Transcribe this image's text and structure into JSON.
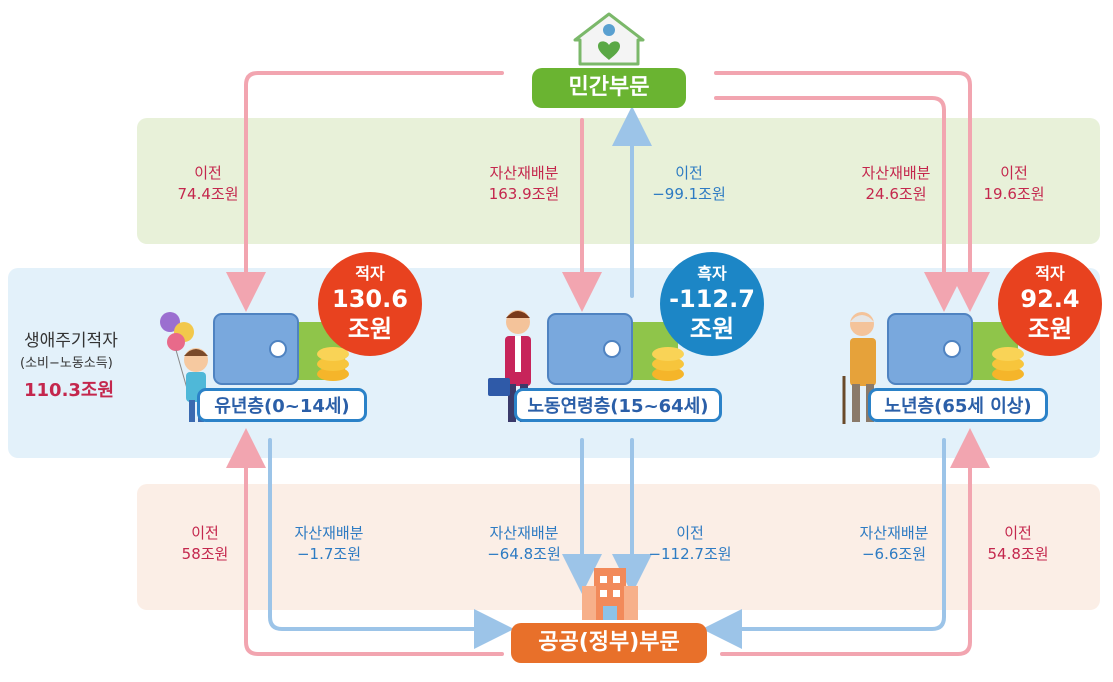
{
  "sectors": {
    "private": "민간부문",
    "public": "공공(정부)부문"
  },
  "lifecycle": {
    "title": "생애주기적자",
    "subtitle": "(소비−노동소득)",
    "value": "110.3조원"
  },
  "groups": [
    {
      "name": "유년층(0~14세)",
      "balance_label": "적자",
      "balance_value": "130.6",
      "balance_unit": "조원",
      "balance_color": "#e8421f"
    },
    {
      "name": "노동연령층(15~64세)",
      "balance_label": "흑자",
      "balance_value": "-112.7",
      "balance_unit": "조원",
      "balance_color": "#1c86c6"
    },
    {
      "name": "노년층(65세 이상)",
      "balance_label": "적자",
      "balance_value": "92.4",
      "balance_unit": "조원",
      "balance_color": "#e8421f"
    }
  ],
  "flows_private": [
    {
      "type": "이전",
      "amount": "74.4조원",
      "color": "red"
    },
    {
      "type": "자산재배분",
      "amount": "163.9조원",
      "color": "red"
    },
    {
      "type": "이전",
      "amount": "−99.1조원",
      "color": "blue"
    },
    {
      "type": "자산재배분",
      "amount": "24.6조원",
      "color": "red"
    },
    {
      "type": "이전",
      "amount": "19.6조원",
      "color": "red"
    }
  ],
  "flows_public": [
    {
      "type": "이전",
      "amount": "58조원",
      "color": "red"
    },
    {
      "type": "자산재배분",
      "amount": "−1.7조원",
      "color": "blue"
    },
    {
      "type": "자산재배분",
      "amount": "−64.8조원",
      "color": "blue"
    },
    {
      "type": "이전",
      "amount": "−112.7조원",
      "color": "blue"
    },
    {
      "type": "자산재배분",
      "amount": "−6.6조원",
      "color": "blue"
    },
    {
      "type": "이전",
      "amount": "54.8조원",
      "color": "red"
    }
  ],
  "colors": {
    "red_arrow": "#f2a5b0",
    "blue_arrow": "#9cc4e8",
    "private_bg": "#6ab431",
    "public_bg": "#e8702a"
  }
}
